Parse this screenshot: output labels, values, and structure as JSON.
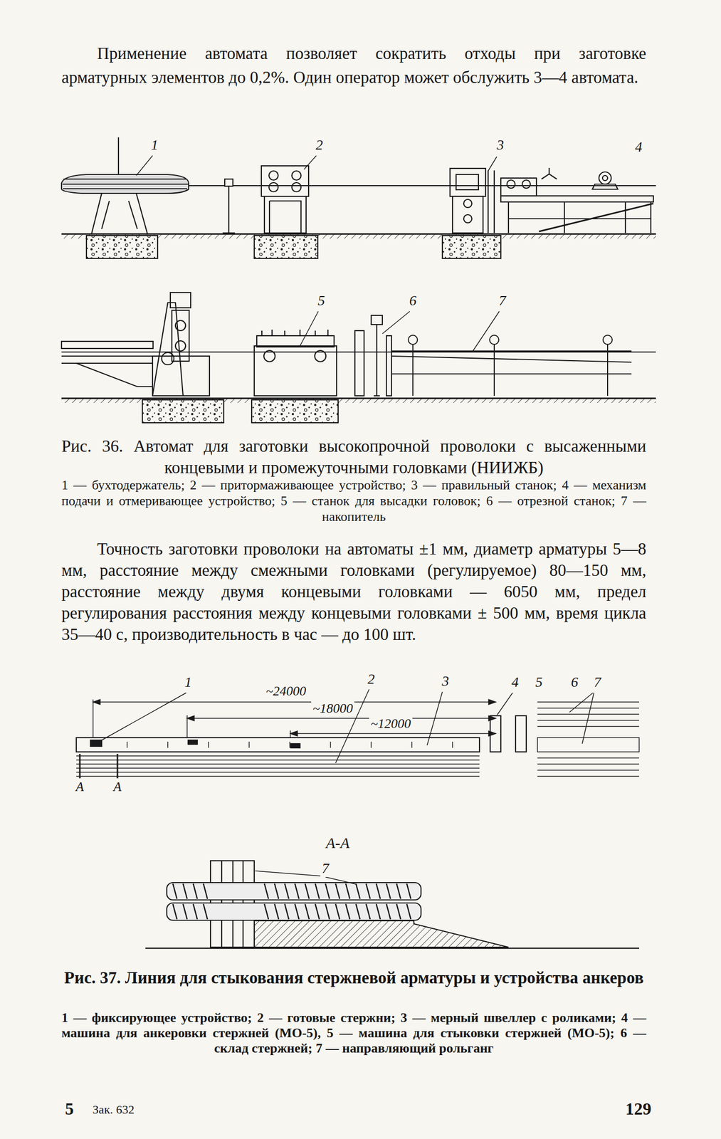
{
  "diagram": {
    "labels": [
      "Применение автомата позволяет сократить отходы при заготовке арматурных элементов до 0,2%. Один оператор может обслужить 3—4 автомата.",
      "1",
      "2",
      "3",
      "4",
      "5",
      "6",
      "7",
      "Рис. 36. Автомат для заготовки высокопрочной проволоки с высаженными концевыми и промежуточными головками (НИИЖБ)",
      "1 — бухтодержатель; 2 — притормаживающее устройство; 3 — правильный станок; 4 — механизм подачи и отмеривающее устройство; 5 — станок для высадки головок; 6 — отрезной станок; 7 — накопитель",
      "Точность заготовки проволоки на автоматы ±1 мм, диаметр арматуры 5—8 мм, расстояние между смежными головками (регулируемое) 80—150 мм, расстояние между двумя концевыми головками — 6050 мм, предел регулирования расстояния между концевыми головками ± 500 мм, время цикла 35—40 с, производительность в час — до 100 шт.",
      "1",
      "2",
      "3",
      "4",
      "5",
      "6",
      "7",
      "~24000",
      "~18000",
      "~12000",
      "А",
      "А",
      "А-А",
      "7",
      "Рис. 37. Линия для стыкования стержневой арматуры и устройства анкеров",
      "1 — фиксирующее устройство; 2 — готовые стержни; 3 — мерный швеллер с роликами; 4 — машина для анкеровки стержней (МО-5), 5 — машина для стыковки стержней (МО-5); 6 — склад стержней; 7 — направляющий рольганг",
      "5",
      "Зак. 632",
      "129"
    ]
  }
}
